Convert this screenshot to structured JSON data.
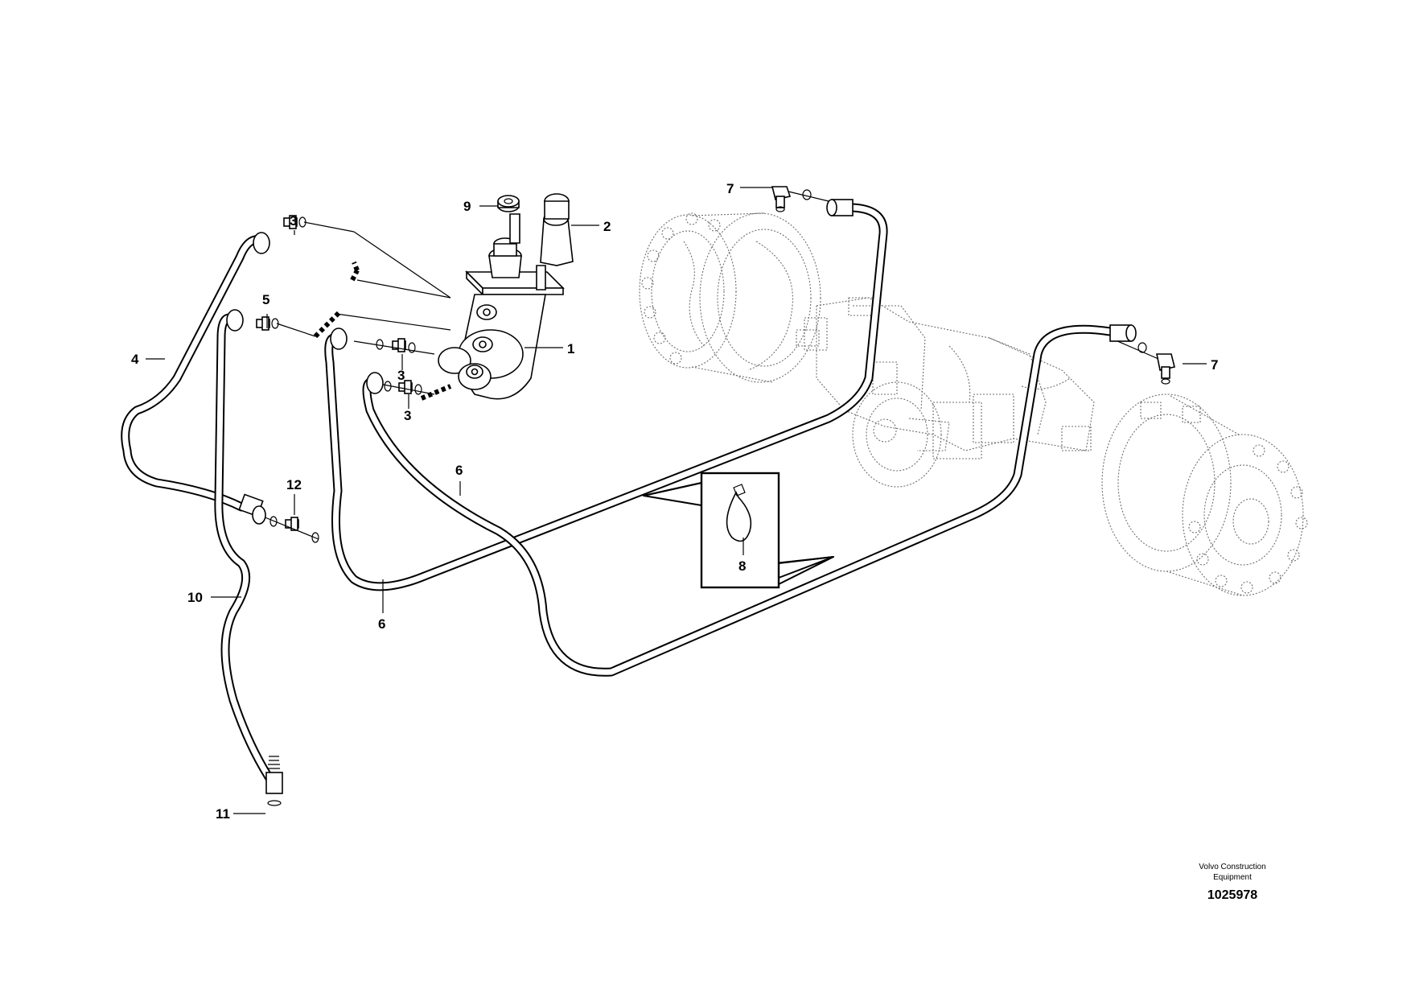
{
  "callouts": [
    {
      "id": "c1",
      "label": "1"
    },
    {
      "id": "c2",
      "label": "2"
    },
    {
      "id": "c3a",
      "label": "3"
    },
    {
      "id": "c3b",
      "label": "3"
    },
    {
      "id": "c3c",
      "label": "3"
    },
    {
      "id": "c4",
      "label": "4"
    },
    {
      "id": "c5",
      "label": "5"
    },
    {
      "id": "c6a",
      "label": "6"
    },
    {
      "id": "c6b",
      "label": "6"
    },
    {
      "id": "c7a",
      "label": "7"
    },
    {
      "id": "c7b",
      "label": "7"
    },
    {
      "id": "c8",
      "label": "8"
    },
    {
      "id": "c9",
      "label": "9"
    },
    {
      "id": "c10",
      "label": "10"
    },
    {
      "id": "c11",
      "label": "11"
    },
    {
      "id": "c12",
      "label": "12"
    }
  ],
  "footer": {
    "brand_line1": "Volvo Construction",
    "brand_line2": "Equipment",
    "drawing_number": "1025978"
  }
}
